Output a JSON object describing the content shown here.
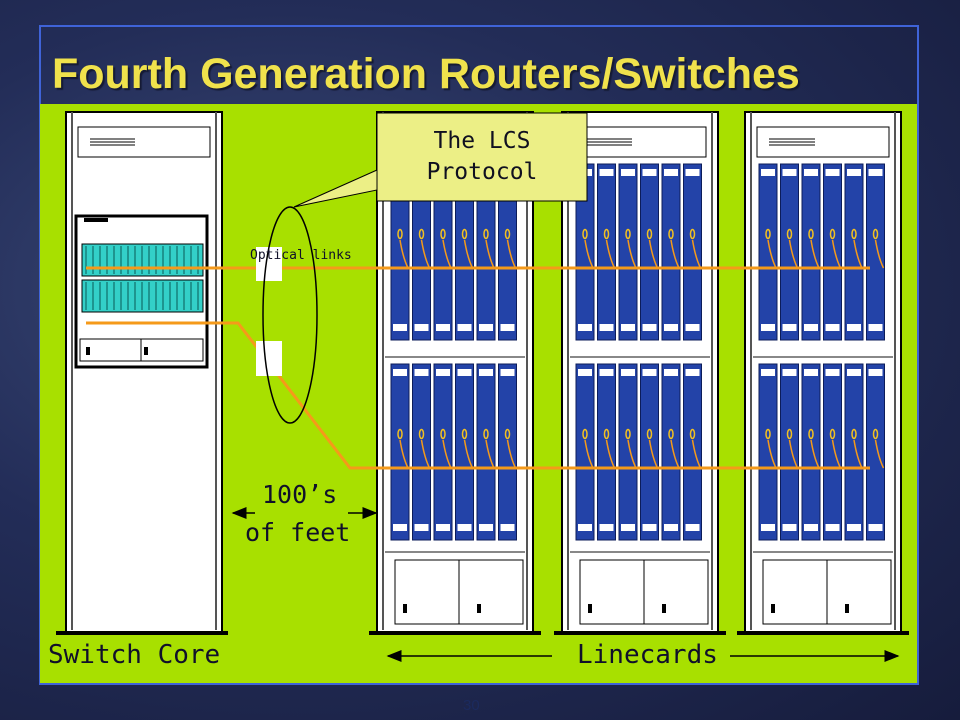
{
  "slide": {
    "title": "Fourth Generation Routers/Switches",
    "number": "30"
  },
  "callout": {
    "line1": "The LCS",
    "line2": "Protocol"
  },
  "labels": {
    "optical_links": "Optical links",
    "distance_line1": "100’s",
    "distance_line2": "of feet",
    "switch_core": "Switch Core",
    "linecards": "Linecards"
  },
  "colors": {
    "panel": "#a8e000",
    "title": "#f0e24c",
    "card_blue": "#2343a8",
    "optical_link": "#f59a1a",
    "callout_fill": "#ecef86",
    "switch_fabric": "#33d0c8"
  }
}
